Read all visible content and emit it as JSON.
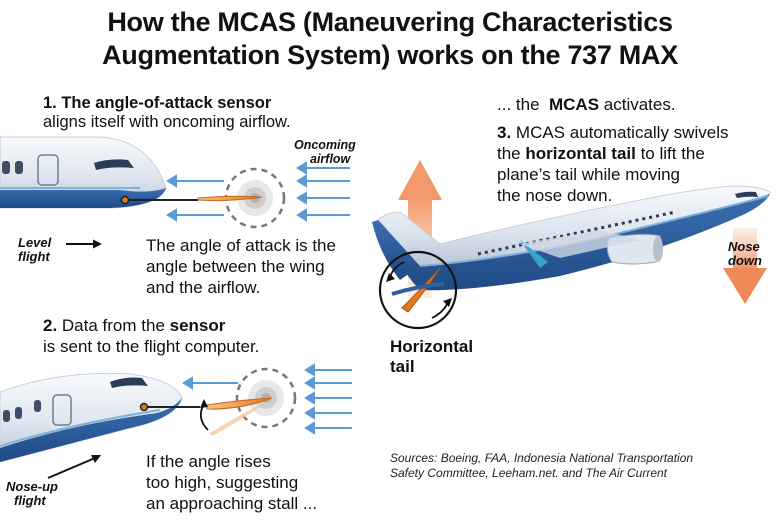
{
  "title": {
    "line1": "How the MCAS (Maneuvering Characteristics",
    "line2": "Augmentation System) works on the 737 MAX"
  },
  "step1": {
    "bold": "1. The angle-of-attack sensor",
    "rest": "aligns itself with oncoming airflow."
  },
  "labels": {
    "oncoming_line1": "Oncoming",
    "oncoming_line2": "airflow",
    "level_line1": "Level",
    "level_line2": "flight",
    "noseup_line1": "Nose-up",
    "noseup_line2": "flight",
    "nosedown_line1": "Nose",
    "nosedown_line2": "down",
    "horizontal_tail_line1": "Horizontal",
    "horizontal_tail_line2": "tail"
  },
  "aoa_note": {
    "line1": "The angle of attack is the",
    "line2": "angle between the wing",
    "line3": "and the airflow."
  },
  "step2": {
    "prefix": "2. ",
    "mid": "Data from the ",
    "bold": "sensor",
    "line2": "is sent to the flight computer."
  },
  "stall_note": {
    "line1": "If the angle rises",
    "line2": "too high, suggesting",
    "line3": "an approaching stall ..."
  },
  "mcas_activates": {
    "pre": "... the  ",
    "bold": "MCAS",
    "post": " activates."
  },
  "step3": {
    "num": "3. ",
    "line1": "MCAS automatically swivels",
    "line2_pre": "the ",
    "line2_bold": "horizontal tail",
    "line2_post": " to lift the",
    "line3": "plane’s tail while moving",
    "line4": "the nose down."
  },
  "sources": {
    "line1": "Sources: Boeing, FAA, Indonesia National Transportation",
    "line2": "Safety Committee, Leeham.net. and The Air Current"
  },
  "colors": {
    "fuselage": "#e9eef7",
    "belly_blue": "#2f5f9e",
    "arrow_blue": "#5a9bd5",
    "sensor_orange": "#e07b1a",
    "accent_cyan": "#37a6c8",
    "up_arrow": "#f3a679",
    "down_arrow": "#f2a07a"
  },
  "icons": [
    "airflow-arrow-icon",
    "aoa-sensor-icon",
    "dashed-circle-icon",
    "rotation-arrow-icon",
    "up-arrow-icon",
    "down-arrow-icon"
  ]
}
